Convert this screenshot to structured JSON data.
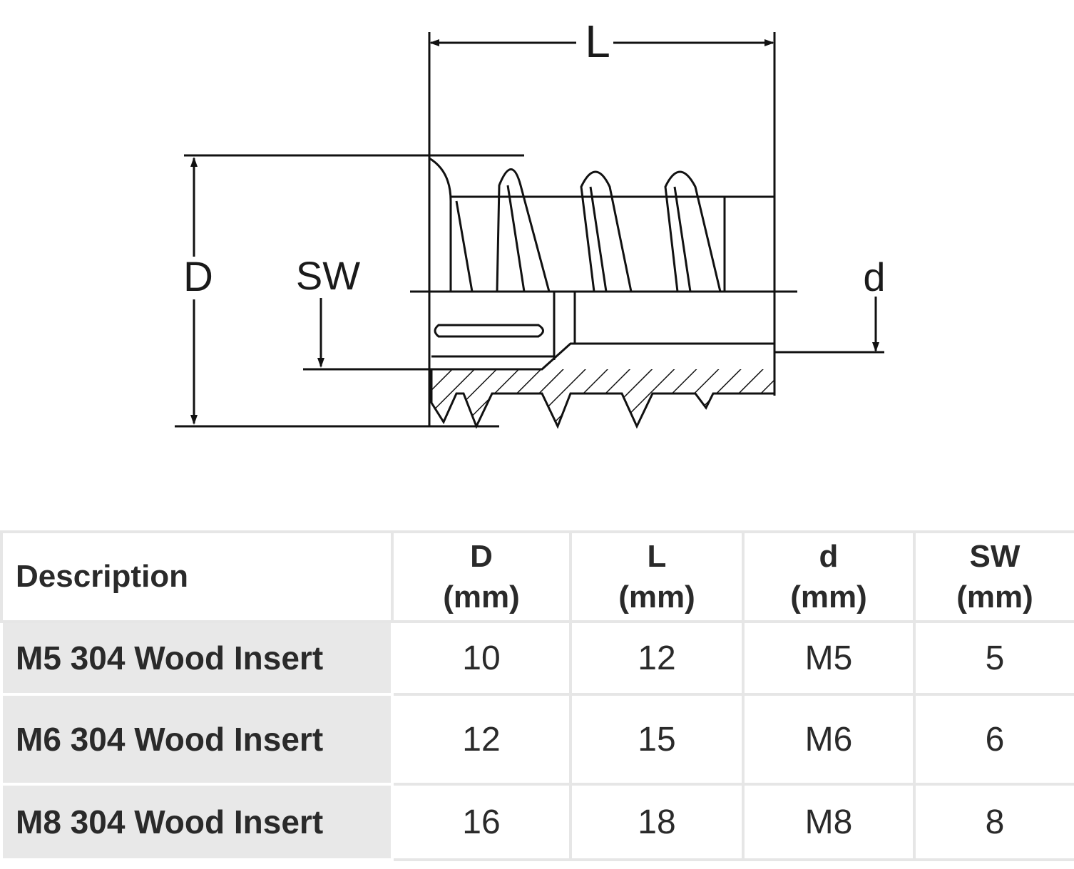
{
  "drawing": {
    "labels": {
      "L": "L",
      "D": "D",
      "SW": "SW",
      "d": "d"
    }
  },
  "table": {
    "headers": [
      {
        "name": "Description",
        "unit": ""
      },
      {
        "name": "D",
        "unit": "(mm)"
      },
      {
        "name": "L",
        "unit": "(mm)"
      },
      {
        "name": "d",
        "unit": "(mm)"
      },
      {
        "name": "SW",
        "unit": "(mm)"
      }
    ],
    "rows": [
      {
        "description": "M5 304 Wood Insert",
        "D": "10",
        "L": "12",
        "d": "M5",
        "SW": "5"
      },
      {
        "description": "M6 304 Wood Insert",
        "D": "12",
        "L": "15",
        "d": "M6",
        "SW": "6"
      },
      {
        "description": "M8 304 Wood Insert",
        "D": "16",
        "L": "18",
        "d": "M8",
        "SW": "8"
      }
    ]
  }
}
